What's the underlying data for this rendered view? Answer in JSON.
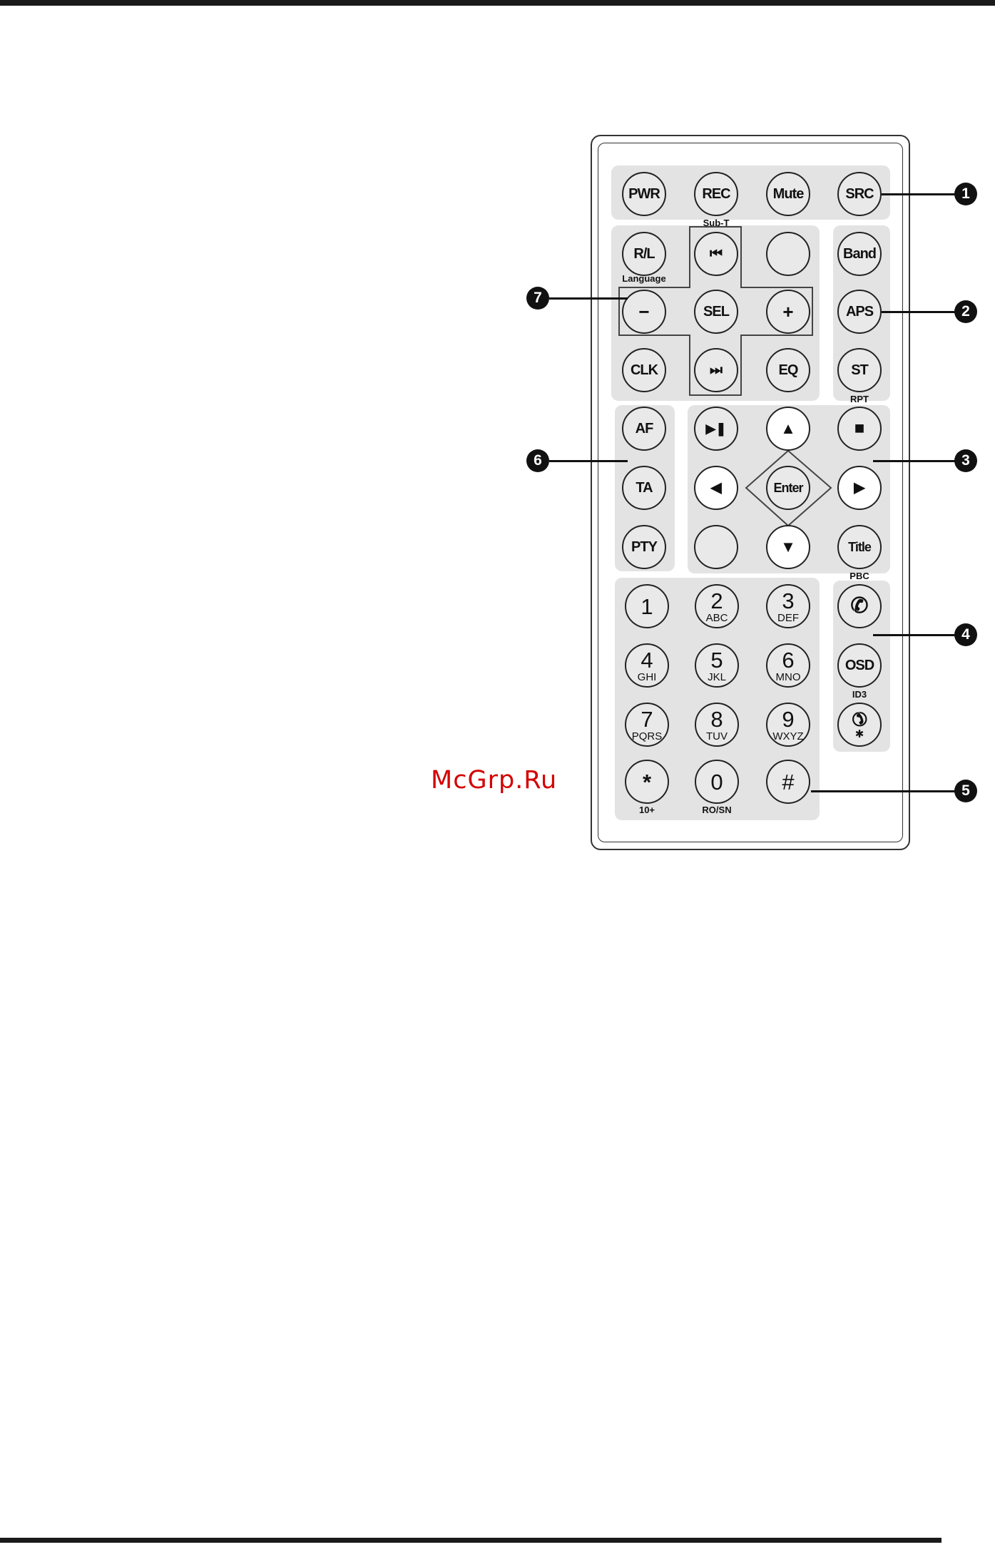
{
  "watermark": "McGrp.Ru",
  "callouts": [
    "1",
    "2",
    "3",
    "4",
    "5",
    "6",
    "7"
  ],
  "buttons": {
    "pwr": "PWR",
    "rec": "REC",
    "mute": "Mute",
    "src": "SRC",
    "rl": "R/L",
    "prev": "⏮",
    "blank1": "",
    "band": "Band",
    "minus": "−",
    "sel": "SEL",
    "plus": "+",
    "aps": "APS",
    "clk": "CLK",
    "next": "⏭",
    "eq": "EQ",
    "st": "ST",
    "af": "AF",
    "ta": "TA",
    "pty": "PTY",
    "play_pause": "▶❚",
    "up": "▲",
    "stop": "■",
    "left": "◀",
    "enter": "Enter",
    "right": "▶",
    "blank2": "",
    "down": "▼",
    "title": "Title",
    "call": "✆",
    "osd": "OSD",
    "hangup": "✆",
    "hangup_sub": "✱",
    "n1": "1",
    "n2": "2",
    "n2_sub": "ABC",
    "n3": "3",
    "n3_sub": "DEF",
    "n4": "4",
    "n4_sub": "GHI",
    "n5": "5",
    "n5_sub": "JKL",
    "n6": "6",
    "n6_sub": "MNO",
    "n7": "7",
    "n7_sub": "PQRS",
    "n8": "8",
    "n8_sub": "TUV",
    "n9": "9",
    "n9_sub": "WXYZ",
    "star": "*",
    "n0": "0",
    "hash": "#"
  },
  "captions": {
    "sub_t": "Sub-T",
    "language": "Language",
    "rpt": "RPT",
    "pbc": "PBC",
    "id3": "ID3",
    "ten_plus": "10+",
    "ro_sn": "RO/SN"
  }
}
